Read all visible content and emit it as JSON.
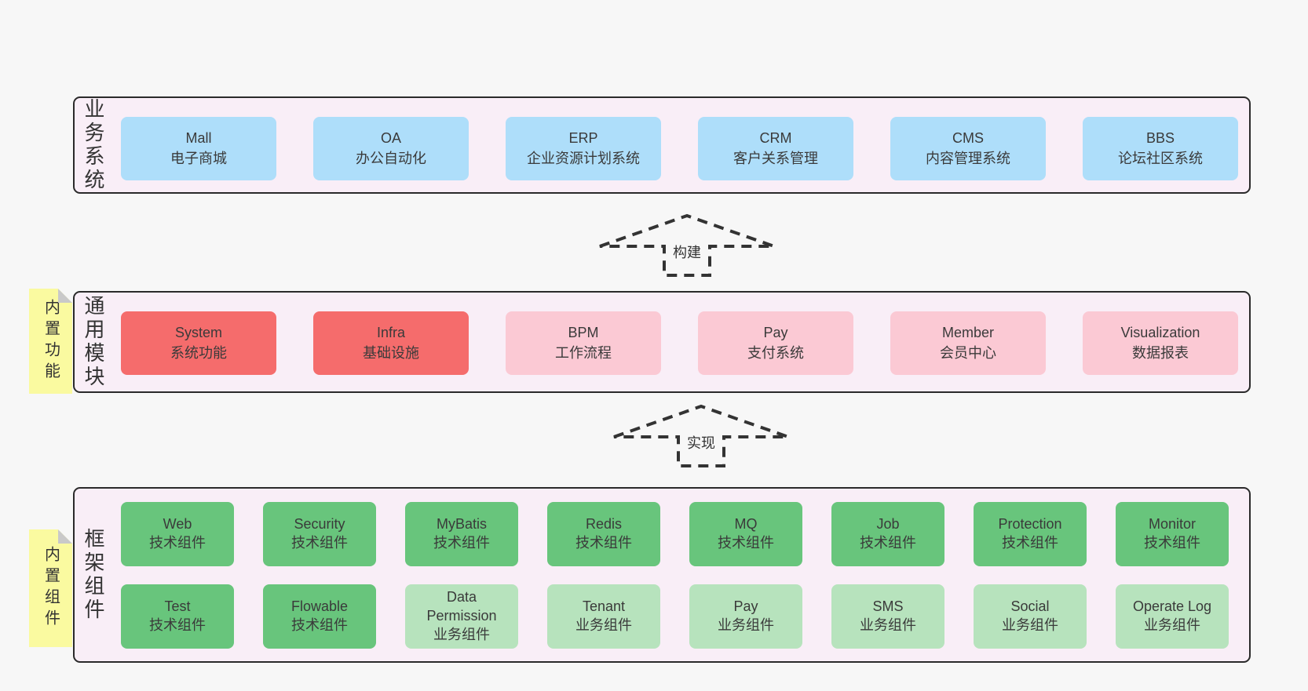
{
  "colors": {
    "page_bg": "#f7f7f7",
    "panel_bg": "#f9eef7",
    "panel_border": "#2a2a2a",
    "box_blue": "#aedefa",
    "box_red": "#f56c6c",
    "box_pink": "#fbc9d4",
    "box_green": "#68c57c",
    "box_light_green": "#b7e3bd",
    "sticky_yellow": "#fafaa0",
    "sticky_fold_gray": "#c9c9c9",
    "text": "#3a3a3a"
  },
  "panels": [
    {
      "title": "业务系统",
      "boxes": [
        {
          "en": "Mall",
          "zh": "电子商城"
        },
        {
          "en": "OA",
          "zh": "办公自动化"
        },
        {
          "en": "ERP",
          "zh": "企业资源计划系统"
        },
        {
          "en": "CRM",
          "zh": "客户关系管理"
        },
        {
          "en": "CMS",
          "zh": "内容管理系统"
        },
        {
          "en": "BBS",
          "zh": "论坛社区系统"
        }
      ]
    },
    {
      "title": "通用模块",
      "sticky": "内置功能",
      "boxes": [
        {
          "en": "System",
          "zh": "系统功能"
        },
        {
          "en": "Infra",
          "zh": "基础设施"
        },
        {
          "en": "BPM",
          "zh": "工作流程"
        },
        {
          "en": "Pay",
          "zh": "支付系统"
        },
        {
          "en": "Member",
          "zh": "会员中心"
        },
        {
          "en": "Visualization",
          "zh": "数据报表"
        }
      ]
    },
    {
      "title": "框架组件",
      "sticky": "内置组件",
      "rows": [
        [
          {
            "en": "Web",
            "zh": "技术组件"
          },
          {
            "en": "Security",
            "zh": "技术组件"
          },
          {
            "en": "MyBatis",
            "zh": "技术组件"
          },
          {
            "en": "Redis",
            "zh": "技术组件"
          },
          {
            "en": "MQ",
            "zh": "技术组件"
          },
          {
            "en": "Job",
            "zh": "技术组件"
          },
          {
            "en": "Protection",
            "zh": "技术组件"
          },
          {
            "en": "Monitor",
            "zh": "技术组件"
          }
        ],
        [
          {
            "en": "Test",
            "zh": "技术组件"
          },
          {
            "en": "Flowable",
            "zh": "技术组件"
          },
          {
            "en": "Data Permission",
            "zh": "业务组件"
          },
          {
            "en": "Tenant",
            "zh": "业务组件"
          },
          {
            "en": "Pay",
            "zh": "业务组件"
          },
          {
            "en": "SMS",
            "zh": "业务组件"
          },
          {
            "en": "Social",
            "zh": "业务组件"
          },
          {
            "en": "Operate Log",
            "zh": "业务组件"
          }
        ]
      ]
    }
  ],
  "arrows": [
    {
      "label": "构建"
    },
    {
      "label": "实现"
    }
  ]
}
